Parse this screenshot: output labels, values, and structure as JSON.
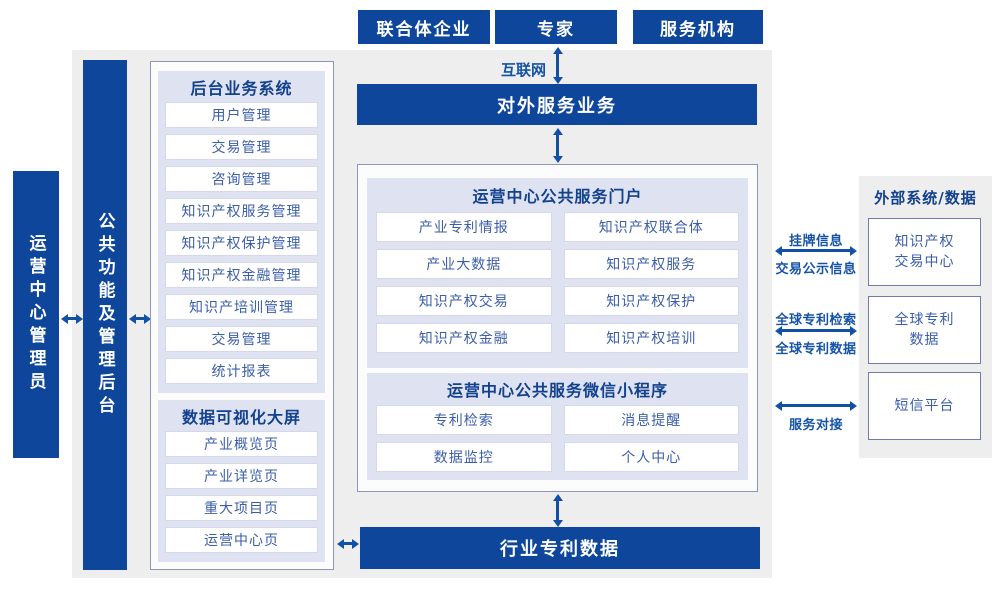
{
  "colors": {
    "primary_blue": "#0d469b",
    "panel_lavender": "#dfe3f1",
    "gray_background": "#eeeeee",
    "item_text_blue": "#3b5dab",
    "header_navy": "#12418e"
  },
  "top_actors": {
    "consortium": "联合体企业",
    "expert": "专家",
    "agency": "服务机构"
  },
  "internet_label": "互联网",
  "external_service_bar": "对外服务业务",
  "left_rail": {
    "admin": "运营中心管理员",
    "backend": "公共功能及管理后台"
  },
  "backend_system": {
    "title": "后台业务系统",
    "items": [
      "用户管理",
      "交易管理",
      "咨询管理",
      "知识产权服务管理",
      "知识产权保护管理",
      "知识产权金融管理",
      "知识产培训管理",
      "交易管理",
      "统计报表"
    ]
  },
  "dashboard": {
    "title": "数据可视化大屏",
    "items": [
      "产业概览页",
      "产业详览页",
      "重大项目页",
      "运营中心页"
    ]
  },
  "portal": {
    "title": "运营中心公共服务门户",
    "items": [
      "产业专利情报",
      "知识产权联合体",
      "产业大数据",
      "知识产权服务",
      "知识产权交易",
      "知识产权保护",
      "知识产权金融",
      "知识产权培训"
    ]
  },
  "miniprogram": {
    "title": "运营中心公共服务微信小程序",
    "items": [
      "专利检索",
      "消息提醒",
      "数据监控",
      "个人中心"
    ]
  },
  "industry_bar": "行业专利数据",
  "external_panel": {
    "title": "外部系统/数据",
    "boxes": [
      "知识产权\n交易中心",
      "全球专利\n数据",
      "短信平台"
    ],
    "links": [
      {
        "top": "挂牌信息",
        "bottom": "交易公示信息"
      },
      {
        "top": "全球专利检索",
        "bottom": "全球专利数据"
      },
      {
        "top": "",
        "bottom": "服务对接"
      }
    ]
  }
}
